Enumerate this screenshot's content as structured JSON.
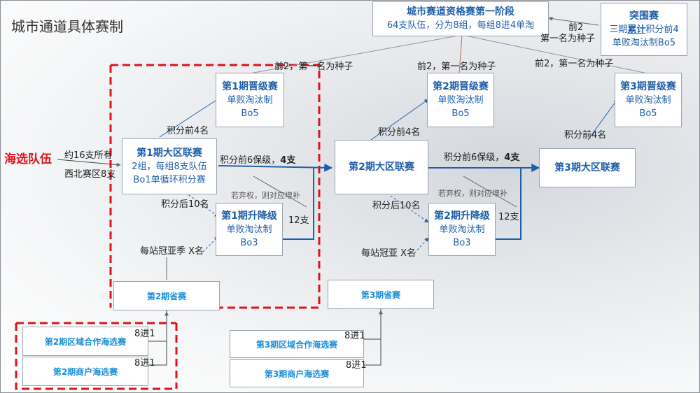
{
  "title": "城市通道具体赛制",
  "entry": "海选队伍",
  "entry_note": [
    "约16支所有",
    "西北赛区8支"
  ],
  "qualifier": {
    "title": "城市赛道资格赛第一阶段",
    "desc": "64支队伍，分为8组，每组8进4单淘"
  },
  "breakout": {
    "title": "突围赛",
    "line1_a": "三期",
    "line1_b": "累计",
    "line1_c": "积分前4",
    "line2": "单败淘汰制Bo5"
  },
  "breakout_note": [
    "前2",
    "第一名为种子"
  ],
  "seed_note": "前2，第一名为种子",
  "s1": {
    "league": {
      "title": "第1期大区联赛",
      "line1": "2组，每组8支队伍",
      "line2": "Bo1单循环积分赛"
    },
    "promo": {
      "title": "第1期晋级赛",
      "line1": "单败淘汰制",
      "line2": "Bo5"
    },
    "releg": {
      "title": "第1期升降级",
      "line1": "单败淘汰制",
      "line2": "Bo3"
    },
    "top4": "积分前4名",
    "bottom10": "积分后10名",
    "champ": "每站冠亚季 X名",
    "keep_a": "积分前6保级，",
    "keep_b": "4支",
    "forfeit": "若弃权，则对应增补",
    "twelve": "12支",
    "province": "第2期省赛",
    "coop": "第2期区域合作海选赛",
    "merchant": "第2期商户海选赛",
    "eight1": "8进1",
    "eight2": "8进1"
  },
  "s2": {
    "league": "第2期大区联赛",
    "promo": {
      "title": "第2期晋级赛",
      "line1": "单败淘汰制",
      "line2": "Bo5"
    },
    "releg": {
      "title": "第2期升降级",
      "line1": "单败淘汰制",
      "line2": "Bo3"
    },
    "top4": "积分前4名",
    "bottom10": "积分后10名",
    "champ": "每站冠亚 X名",
    "keep_a": "积分前6保级，",
    "keep_b": "4支",
    "forfeit": "若弃权，则对应增补",
    "twelve": "12支",
    "province": "第3期省赛",
    "coop": "第3期区域合作海选赛",
    "merchant": "第3期商户海选赛",
    "eight1": "8进1",
    "eight2": "8进1"
  },
  "s3": {
    "league": "第3期大区联赛",
    "promo": {
      "title": "第3期晋级赛",
      "line1": "单败淘汰制",
      "line2": "Bo5"
    },
    "top4": "积分前4名"
  },
  "colors": {
    "title_blue": "#1f5fa8",
    "light_blue": "#1a8fd8",
    "red": "#e0121a",
    "line": "#1f5fa8"
  }
}
